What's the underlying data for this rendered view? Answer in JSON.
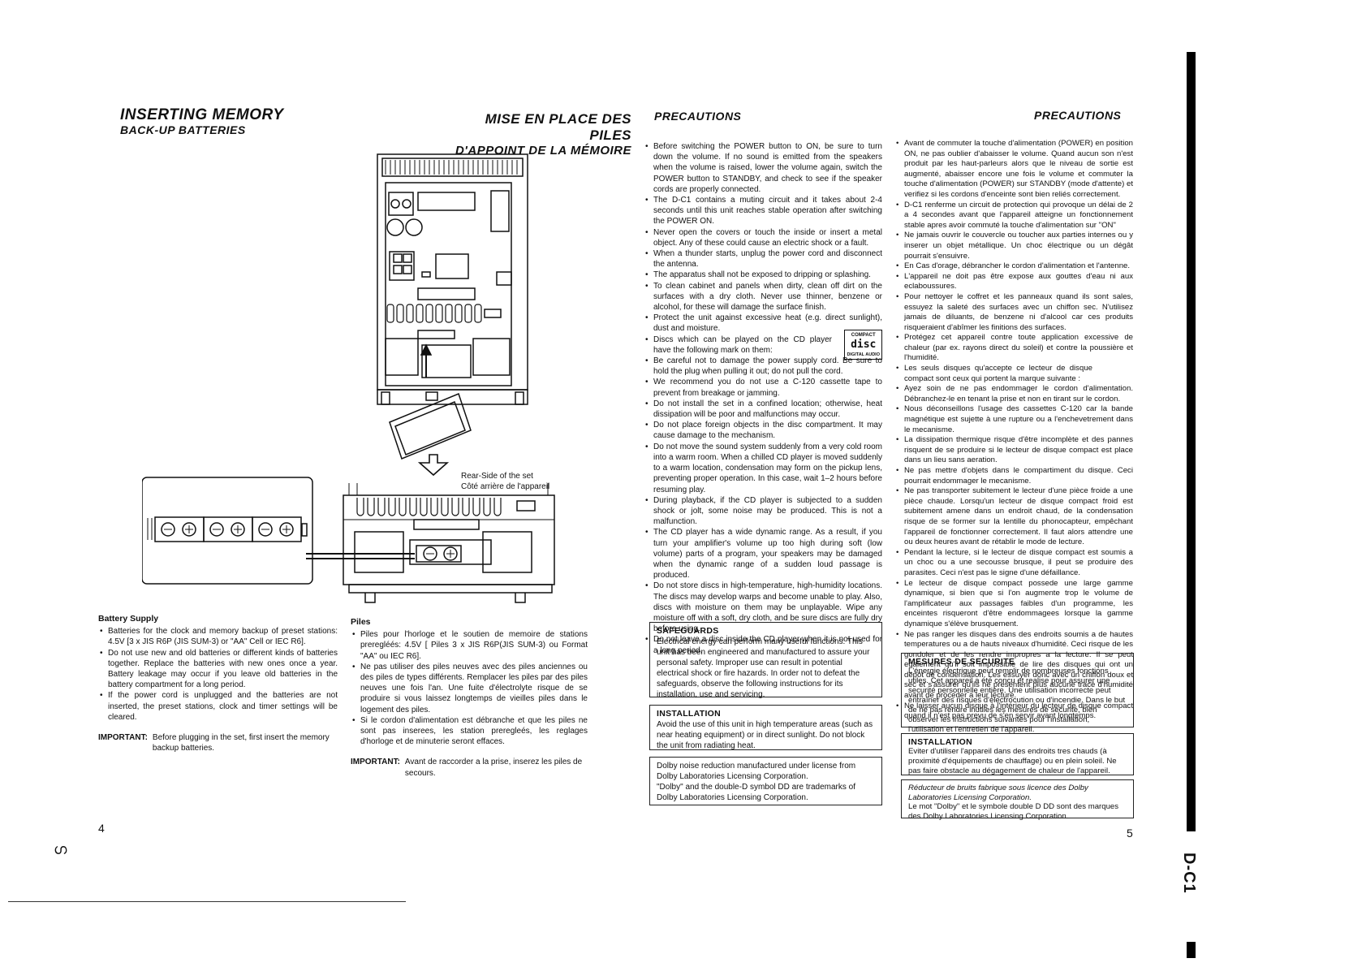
{
  "left_page": {
    "header_en": {
      "line1": "INSERTING MEMORY",
      "line2": "BACK-UP BATTERIES"
    },
    "header_fr": {
      "line1": "MISE EN PLACE DES PILES",
      "line2": "D'APPOINT DE LA MÉMOIRE"
    },
    "diagram_caption": {
      "en": "Rear-Side of the set",
      "fr": "Côté arrière de l'appareil"
    },
    "battery_supply_en": {
      "title": "Battery Supply",
      "items": [
        "Batteries for the clock and memory backup of preset stations: 4.5V [3 x JIS R6P (JIS SUM-3) or \"AA\" Cell or IEC R6].",
        "Do not use new and old batteries or different kinds of batteries together. Replace the batteries with new ones once a year. Battery leakage may occur if you leave old batteries in the battery compartment for a long period.",
        "If the power cord is unplugged and the batteries are not inserted, the preset stations, clock and timer settings will be cleared."
      ],
      "important_label": "IMPORTANT:",
      "important_text": "Before plugging in the set, first insert the memory backup batteries."
    },
    "battery_supply_fr": {
      "title": "Piles",
      "items": [
        "Piles pour l'horloge et le soutien de memoire de stations preregléés: 4.5V [ Piles 3 x JIS R6P(JIS SUM-3) ou Format \"AA\" ou IEC R6].",
        "Ne pas utiliser des piles neuves avec des piles anciennes ou des piles de types différents. Remplacer les piles par des piles neuves une fois l'an. Une fuite d'électrolyte risque de se produire si vous laissez longtemps de vieilles piles dans le logement des piles.",
        "Si le cordon d'alimentation est débranche et que les piles ne sont pas inserees, les station preregleés, les reglages d'horloge et de minuterie seront effaces."
      ],
      "important_label": "IMPORTANT:",
      "important_text": "Avant de raccorder a la prise, inserez les piles de secours."
    },
    "page_number": "4",
    "bottom_mark": "ഗ"
  },
  "right_page": {
    "header_en": "PRECAUTIONS",
    "header_fr": "PRECAUTIONS",
    "precautions_en": [
      "Before switching the POWER button to ON, be sure to turn down the volume. If no sound is emitted from the speakers when the volume is raised, lower the volume again, switch the POWER button to STANDBY, and check to see if the speaker cords are properly connected.",
      "The D-C1 contains a muting circuit and it takes about 2-4 seconds until this unit reaches stable operation after switching the POWER ON.",
      "Never open the covers or touch the inside or insert a metal object. Any of these could cause an electric shock or a fault.",
      "When a thunder starts, unplug the power cord and disconnect the antenna.",
      "The apparatus shall not be exposed to dripping or splashing.",
      "To clean cabinet and panels when dirty, clean off dirt on the surfaces with a dry cloth. Never use thinner, benzene or alcohol, for these will damage the surface finish.",
      "Protect the unit against excessive heat (e.g. direct sunlight), dust and moisture.",
      "Discs which can be played on the CD player have the following mark on them:",
      "Be careful not to damage the power supply cord. Be sure to hold the plug when pulling it out; do not pull the cord.",
      "We recommend you do not use a C-120 cassette tape to prevent from breakage or jamming.",
      "Do not install the set in a confined location; otherwise, heat dissipation will be poor and malfunctions may occur.",
      "Do not place foreign objects in the disc compartment. It may cause damage to the mechanism.",
      "Do not move the sound system suddenly from a very cold room into a warm room. When a chilled CD player is moved suddenly to a warm location, condensation may form on the pickup lens, preventing proper operation. In this case, wait 1–2 hours before resuming play.",
      "During playback, if the CD player is subjected to a sudden shock or jolt, some noise may be produced. This is not a malfunction.",
      "The CD player has a wide dynamic range. As a result, if you turn your amplifier's volume up too high during soft (low volume) parts of a program, your speakers may be damaged when the dynamic range of a sudden loud passage is produced.",
      "Do not store discs in high-temperature, high-humidity locations. The discs may develop warps and become unable to play. Also, discs with moisture on them may be unplayable. Wipe any moisture off with a soft, dry cloth, and be sure discs are fully dry before using.",
      "Do not leave a disc inside the CD player when it is not used for a long period."
    ],
    "safeguards": {
      "title": "SAFEGUARDS",
      "text": "Electrical energy can perform many useful functions. This unit has been engineered and manufactured to assure your personal safety. Improper use can result in potential electrical shock or fire hazards. In order not to defeat the safeguards, observe the following instructions for its installation, use and servicing."
    },
    "installation_en": {
      "title": "INSTALLATION",
      "text": "Avoid the use of this unit in high temperature areas (such as near heating equipment) or in direct sunlight. Do not block the unit from radiating heat."
    },
    "dolby_en": {
      "line1": "Dolby noise reduction manufactured under license from Dolby Laboratories Licensing Corporation.",
      "line2": "\"Dolby\" and the double-D symbol DD are trademarks of Dolby Laboratories Licensing Corporation."
    },
    "precautions_fr": [
      "Avant de commuter la touche d'alimentation (POWER) en position ON, ne pas oublier d'abaisser le volume. Quand aucun son n'est produit par les haut-parleurs alors que le niveau de sortie est augmenté, abaisser encore une fois le volume et commuter la touche d'alimentation (POWER) sur STANDBY (mode d'attente) et verifiez si les cordons d'enceinte sont bien reliés correctement.",
      "D-C1 renferme un circuit de protection qui provoque un délai de 2 a 4 secondes avant que l'appareil atteigne un fonctionnement stable apres avoir commuté la touche d'alimentation sur \"ON\"",
      "Ne jamais ouvrir le couvercle ou toucher aux parties internes ou y inserer un objet métallique. Un choc électrique ou un dégât pourrait s'ensuivre.",
      "En Cas d'orage, débrancher le cordon d'alimentation et l'antenne.",
      "L'appareil ne doit pas être expose aux gouttes d'eau ni aux eclaboussures.",
      "Pour nettoyer le coffret et les panneaux quand ils sont sales, essuyez la saleté des surfaces avec un chiffon sec. N'utilisez jamais de diluants, de benzene ni d'alcool car ces produits risqueraient d'abîmer les finitions des surfaces.",
      "Protégez cet appareil contre toute application excessive de chaleur (par ex. rayons direct du soleil) et contre la poussière et l'humidité.",
      "Les seuls disques qu'accepte ce lecteur de disque compact sont ceux qui portent la marque suivante :",
      "Ayez soin de ne pas endommager le cordon d'alimentation. Débranchez-le en tenant la prise et non en tirant sur le cordon.",
      "Nous déconseillons l'usage des cassettes C-120 car la bande magnétique est sujette à une rupture ou a l'enchevetrement dans le mecanisme.",
      "La dissipation thermique risque d'être incomplète et des pannes risquent de se produire si le lecteur de disque compact est place dans un lieu sans aeration.",
      "Ne pas mettre d'objets dans le compartiment du disque. Ceci pourrait endommager le mecanisme.",
      "Ne pas transporter subitement le lecteur d'une pièce froide a une pièce chaude. Lorsqu'un lecteur de disque compact froid est subitement amene dans un endroit chaud, de la condensation risque de se former sur la lentille du phonocapteur, empêchant l'appareil de fonctionner correctement. Il faut alors attendre une ou deux heures avant de rétablir le mode de lecture.",
      "Pendant la lecture, si le lecteur de disque compact est soumis a un choc ou a une secousse brusque, il peut se produire des parasites. Ceci n'est pas le signe d'une défaillance.",
      "Le lecteur de disque compact possede une large gamme dynamique, si bien que si l'on augmente trop le volume de l'amplificateur aux passages faibles d'un programme, les enceintes risqueront d'être endommagees lorsque la gamme dynamique s'élève brusquement.",
      "Ne pas ranger les disques dans des endroits soumis a de hautes temperatures ou a de hauts niveaux d'humidité. Ceci risque de les gondoler et de les rendre impropres a la lecture. Il se peut egalement qu'il soit impossible de lire des disques qui ont un dépôt de condensation. Les essuyer donc avec un chiffon doux et sec et s'assurer qu'ils ne presentent plus aucune trace d'humidité avant de proceder a leur lecture.",
      "Ne laisser aucun disque à l'intérieur du lecteur de disque compact quand il n'est pas prevu de s'en servir avant longtemps."
    ],
    "mesures": {
      "title": "MESURES DE SECURITE",
      "text": "L'énergie électrique peut remplir de nombreuses fonctions utiles. Cet appareil a été conçu et realise pour assurer une securité personnelle entière. Une utilisation incorrecte peut entraîner des risques d'électrocution ou d'incendie. Dans le but de ne pas rendre inutiles les mesures de sécurité, bien observer les instructions suivantes pour l'installation, l'utilisation et l'entretien de l'appareil."
    },
    "installation_fr": {
      "title": "INSTALLATION",
      "text": "Eviter d'utiliser l'appareil dans des endroits tres chauds (à proximité d'équipements de chauffage) ou en plein soleil. Ne pas faire obstacle au dégagement de chaleur de l'appareil."
    },
    "dolby_fr": {
      "line1": "Réducteur de bruits fabrique sous licence des Dolby Laboratories Licensing Corporation.",
      "line2": "Le mot \"Dolby\" et le symbole double D DD sont des marques des Dolby Laboratories Licensing Corporation."
    },
    "cd_logo": {
      "top": "COMPACT",
      "mid": "disc",
      "bottom": "DIGITAL AUDIO"
    },
    "page_number": "5",
    "side_label": "D-C1"
  }
}
